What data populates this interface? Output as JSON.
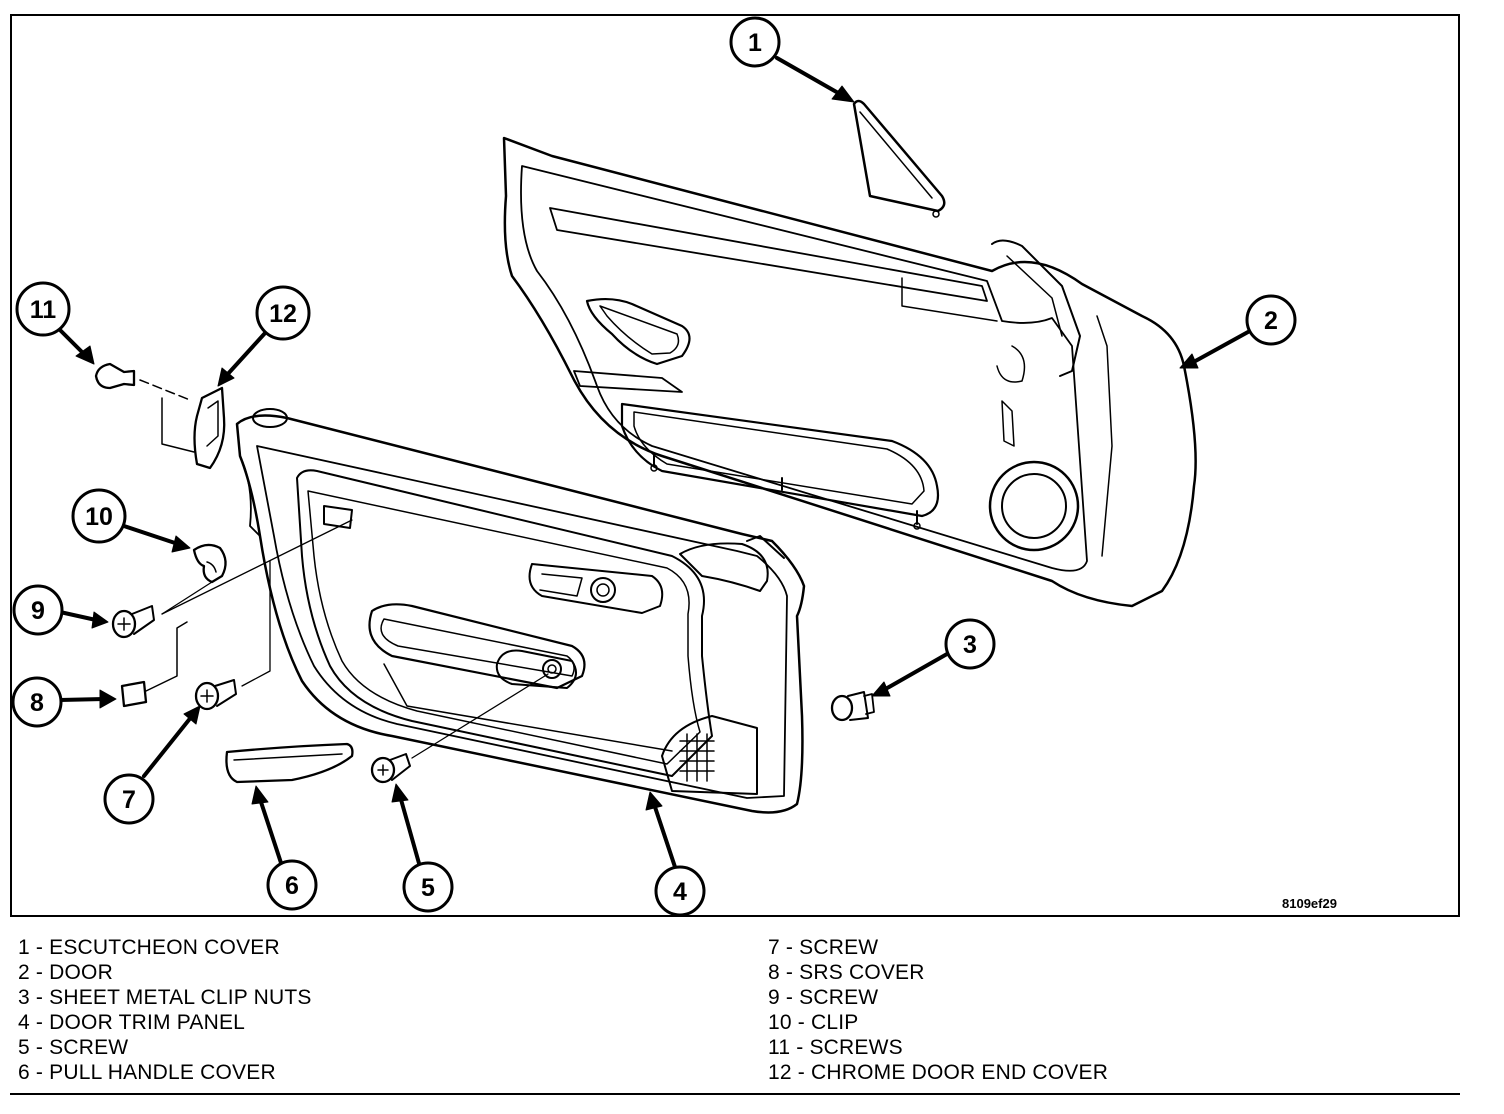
{
  "figure": {
    "code": "8109ef29",
    "callouts": [
      "1",
      "2",
      "3",
      "4",
      "5",
      "6",
      "7",
      "8",
      "9",
      "10",
      "11",
      "12"
    ]
  },
  "legend": {
    "left": [
      "1 - ESCUTCHEON COVER",
      "2 - DOOR",
      "3 - SHEET METAL CLIP NUTS",
      "4 - DOOR TRIM PANEL",
      "5 - SCREW",
      "6 - PULL HANDLE COVER"
    ],
    "right": [
      "7 - SCREW",
      "8 - SRS COVER",
      "9 - SCREW",
      "10 - CLIP",
      "11 - SCREWS",
      "12 - CHROME DOOR END COVER"
    ]
  }
}
